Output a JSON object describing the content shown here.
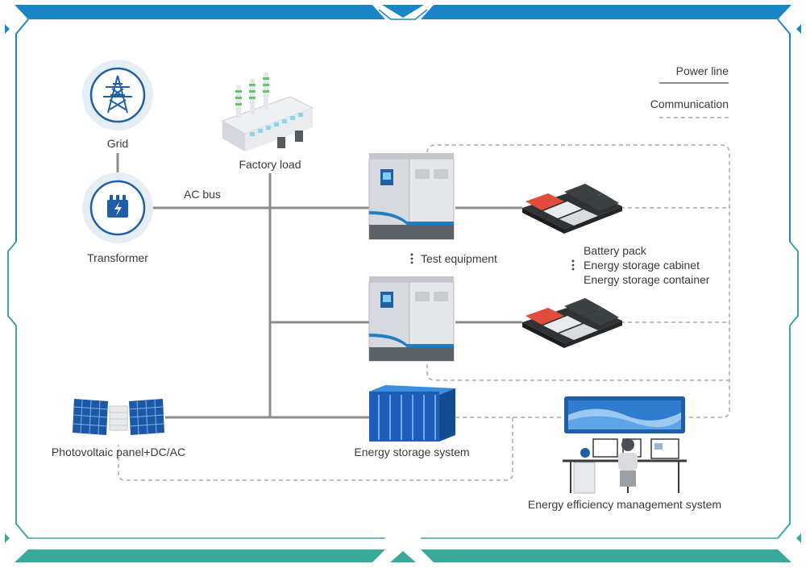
{
  "labels": {
    "grid": "Grid",
    "transformer": "Transformer",
    "factory_load": "Factory load",
    "ac_bus": "AC bus",
    "test_equipment": "Test equipment",
    "battery_pack": "Battery pack",
    "energy_storage_cabinet": "Energy storage cabinet",
    "energy_storage_container": "Energy storage container",
    "photovoltaic": "Photovoltaic panel+DC/AC",
    "energy_storage_system": "Energy storage system",
    "ems": "Energy efficiency management system"
  },
  "legend": {
    "power_line": "Power line",
    "communication": "Communication"
  },
  "colors": {
    "frame_blue": "#1a86c8",
    "frame_teal": "#3aa99a",
    "icon_blue": "#1f5fa6",
    "power_line": "#8c8c8c",
    "comm_line": "#a9a9a9"
  },
  "icons": [
    "power-tower-icon",
    "transformer-icon",
    "factory-icon",
    "test-equipment-icon",
    "battery-pack-icon",
    "solar-panel-icon",
    "storage-container-icon",
    "operator-workstation-icon"
  ]
}
